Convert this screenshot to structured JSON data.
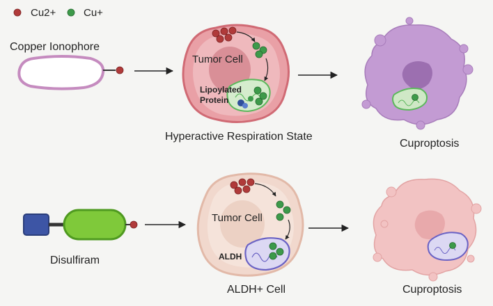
{
  "legend": {
    "cu2": {
      "label": "Cu2+",
      "color": "#b03a3a"
    },
    "cu1": {
      "label": "Cu+",
      "color": "#3d9a4a"
    }
  },
  "top_row": {
    "carrier_label": "Copper Ionophore",
    "cell_label": "Tumor Cell",
    "protein_label_line1": "Lipoylated",
    "protein_label_line2": "Protein",
    "state_label": "Hyperactive Respiration State",
    "outcome_label": "Cuproptosis",
    "cell_color": "#e9a0a6",
    "dead_cell_color": "#c39bd3"
  },
  "bottom_row": {
    "carrier_label": "Disulfiram",
    "cell_label": "Tumor Cell",
    "enzyme_label": "ALDH",
    "state_label": "ALDH+ Cell",
    "outcome_label": "Cuproptosis",
    "cell_color": "#f1d8cd",
    "dead_cell_color": "#f2c3c3",
    "carrier_colors": {
      "block": "#3d55a5",
      "pill": "#7fc93a"
    }
  }
}
